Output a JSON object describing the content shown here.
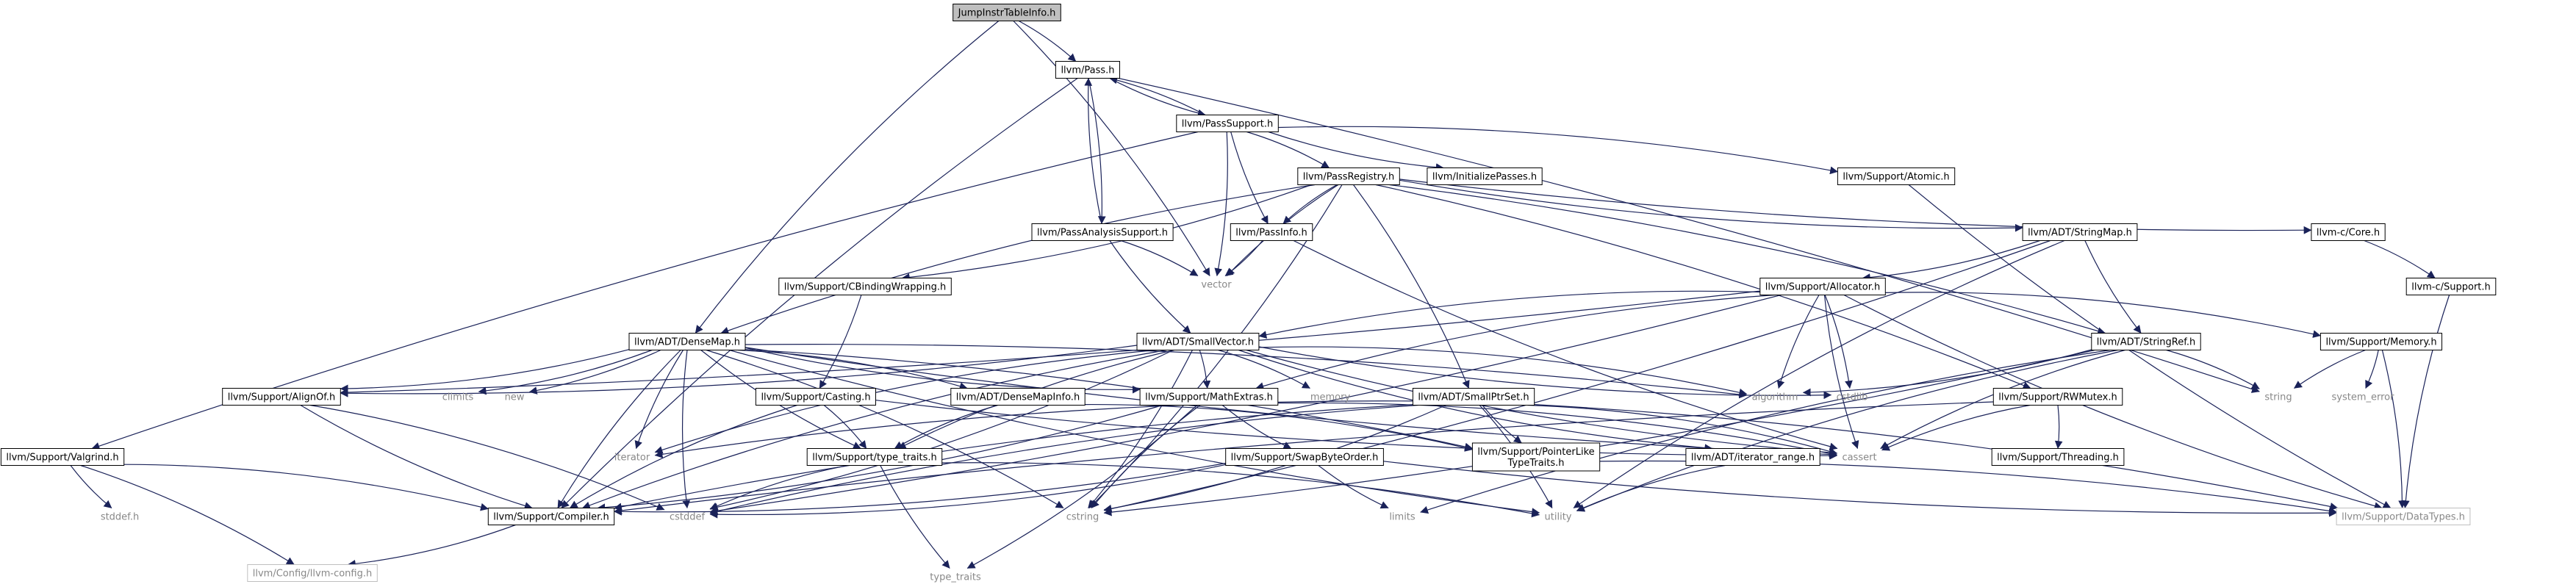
{
  "graph": {
    "root": "JumpInstrTableInfo.h",
    "nodes": {
      "jump": {
        "label": "JumpInstrTableInfo.h",
        "kind": "root"
      },
      "pass": {
        "label": "llvm/Pass.h",
        "kind": "boxed"
      },
      "passsupport": {
        "label": "llvm/PassSupport.h",
        "kind": "boxed"
      },
      "passanalysis": {
        "label": "llvm/PassAnalysisSupport.h",
        "kind": "boxed"
      },
      "passregistry": {
        "label": "llvm/PassRegistry.h",
        "kind": "boxed"
      },
      "initpasses": {
        "label": "llvm/InitializePasses.h",
        "kind": "boxed"
      },
      "atomic": {
        "label": "llvm/Support/Atomic.h",
        "kind": "boxed"
      },
      "passinfo": {
        "label": "llvm/PassInfo.h",
        "kind": "boxed"
      },
      "stringmap": {
        "label": "llvm/ADT/StringMap.h",
        "kind": "boxed"
      },
      "core": {
        "label": "llvm-c/Core.h",
        "kind": "boxed"
      },
      "csupport": {
        "label": "llvm-c/Support.h",
        "kind": "boxed"
      },
      "cbinding": {
        "label": "llvm/Support/CBindingWrapping.h",
        "kind": "boxed"
      },
      "allocator": {
        "label": "llvm/Support/Allocator.h",
        "kind": "boxed"
      },
      "densemap": {
        "label": "llvm/ADT/DenseMap.h",
        "kind": "boxed"
      },
      "smallvector": {
        "label": "llvm/ADT/SmallVector.h",
        "kind": "boxed"
      },
      "stringref": {
        "label": "llvm/ADT/StringRef.h",
        "kind": "boxed"
      },
      "memory": {
        "label": "llvm/Support/Memory.h",
        "kind": "boxed"
      },
      "alignof": {
        "label": "llvm/Support/AlignOf.h",
        "kind": "boxed"
      },
      "casting": {
        "label": "llvm/Support/Casting.h",
        "kind": "boxed"
      },
      "densemapinfo": {
        "label": "llvm/ADT/DenseMapInfo.h",
        "kind": "boxed"
      },
      "mathextras": {
        "label": "llvm/Support/MathExtras.h",
        "kind": "boxed"
      },
      "smallptrset": {
        "label": "llvm/ADT/SmallPtrSet.h",
        "kind": "boxed"
      },
      "rwmutex": {
        "label": "llvm/Support/RWMutex.h",
        "kind": "boxed"
      },
      "valgrind": {
        "label": "llvm/Support/Valgrind.h",
        "kind": "boxed"
      },
      "typetraits": {
        "label": "llvm/Support/type_traits.h",
        "kind": "boxed"
      },
      "swapbyte": {
        "label": "llvm/Support/SwapByteOrder.h",
        "kind": "boxed"
      },
      "ptrlike": {
        "label": "llvm/Support/PointerLike\nTypeTraits.h",
        "kind": "boxed"
      },
      "iterrange": {
        "label": "llvm/ADT/iterator_range.h",
        "kind": "boxed"
      },
      "threading": {
        "label": "llvm/Support/Threading.h",
        "kind": "boxed"
      },
      "compiler": {
        "label": "llvm/Support/Compiler.h",
        "kind": "boxed"
      },
      "datatypes": {
        "label": "llvm/Support/DataTypes.h",
        "kind": "gray"
      },
      "llvmconfig": {
        "label": "llvm/Config/llvm-config.h",
        "kind": "gray"
      },
      "vector": {
        "label": "vector",
        "kind": "system"
      },
      "string": {
        "label": "string",
        "kind": "system"
      },
      "system_error": {
        "label": "system_error",
        "kind": "system"
      },
      "algorithm": {
        "label": "algorithm",
        "kind": "system"
      },
      "cstdlib": {
        "label": "cstdlib",
        "kind": "system"
      },
      "climits": {
        "label": "climits",
        "kind": "system"
      },
      "new": {
        "label": "new",
        "kind": "system"
      },
      "memory_h": {
        "label": "memory",
        "kind": "system"
      },
      "iterator": {
        "label": "iterator",
        "kind": "system"
      },
      "cstring": {
        "label": "cstring",
        "kind": "system"
      },
      "cassert": {
        "label": "cassert",
        "kind": "system"
      },
      "cstddef": {
        "label": "cstddef",
        "kind": "system"
      },
      "stddef": {
        "label": "stddef.h",
        "kind": "system"
      },
      "type_traits": {
        "label": "type_traits",
        "kind": "system"
      },
      "limits": {
        "label": "limits",
        "kind": "system"
      },
      "utility": {
        "label": "utility",
        "kind": "system"
      }
    },
    "edges": [
      [
        "jump",
        "pass"
      ],
      [
        "jump",
        "densemap"
      ],
      [
        "jump",
        "vector"
      ],
      [
        "pass",
        "passsupport"
      ],
      [
        "pass",
        "passanalysis"
      ],
      [
        "pass",
        "compiler"
      ],
      [
        "pass",
        "string"
      ],
      [
        "passsupport",
        "pass"
      ],
      [
        "passsupport",
        "passregistry"
      ],
      [
        "passsupport",
        "initpasses"
      ],
      [
        "passsupport",
        "atomic"
      ],
      [
        "passsupport",
        "passinfo"
      ],
      [
        "passsupport",
        "vector"
      ],
      [
        "passsupport",
        "valgrind"
      ],
      [
        "passanalysis",
        "pass"
      ],
      [
        "passanalysis",
        "smallvector"
      ],
      [
        "passanalysis",
        "vector"
      ],
      [
        "passregistry",
        "densemap"
      ],
      [
        "passregistry",
        "cbinding"
      ],
      [
        "passregistry",
        "passinfo"
      ],
      [
        "passregistry",
        "smallptrset"
      ],
      [
        "passregistry",
        "stringmap"
      ],
      [
        "passregistry",
        "stringref"
      ],
      [
        "passregistry",
        "core"
      ],
      [
        "passregistry",
        "rwmutex"
      ],
      [
        "passregistry",
        "vector"
      ],
      [
        "passregistry",
        "cstring"
      ],
      [
        "atomic",
        "datatypes"
      ],
      [
        "passinfo",
        "vector"
      ],
      [
        "passinfo",
        "cassert"
      ],
      [
        "stringmap",
        "allocator"
      ],
      [
        "stringmap",
        "stringref"
      ],
      [
        "stringmap",
        "cstring"
      ],
      [
        "stringmap",
        "utility"
      ],
      [
        "core",
        "csupport"
      ],
      [
        "csupport",
        "datatypes"
      ],
      [
        "cbinding",
        "casting"
      ],
      [
        "allocator",
        "smallvector"
      ],
      [
        "allocator",
        "alignof"
      ],
      [
        "allocator",
        "mathextras"
      ],
      [
        "allocator",
        "memory"
      ],
      [
        "allocator",
        "algorithm"
      ],
      [
        "allocator",
        "cstdlib"
      ],
      [
        "allocator",
        "cassert"
      ],
      [
        "allocator",
        "cstddef"
      ],
      [
        "allocator",
        "datatypes"
      ],
      [
        "densemap",
        "alignof"
      ],
      [
        "densemap",
        "compiler"
      ],
      [
        "densemap",
        "densemapinfo"
      ],
      [
        "densemap",
        "mathextras"
      ],
      [
        "densemap",
        "ptrlike"
      ],
      [
        "densemap",
        "typetraits"
      ],
      [
        "densemap",
        "algorithm"
      ],
      [
        "densemap",
        "cassert"
      ],
      [
        "densemap",
        "climits"
      ],
      [
        "densemap",
        "cstddef"
      ],
      [
        "densemap",
        "cstring"
      ],
      [
        "densemap",
        "iterator"
      ],
      [
        "densemap",
        "new"
      ],
      [
        "densemap",
        "utility"
      ],
      [
        "smallvector",
        "alignof"
      ],
      [
        "smallvector",
        "compiler"
      ],
      [
        "smallvector",
        "mathextras"
      ],
      [
        "smallvector",
        "typetraits"
      ],
      [
        "smallvector",
        "algorithm"
      ],
      [
        "smallvector",
        "cassert"
      ],
      [
        "smallvector",
        "cstddef"
      ],
      [
        "smallvector",
        "cstdlib"
      ],
      [
        "smallvector",
        "cstring"
      ],
      [
        "smallvector",
        "iterator"
      ],
      [
        "smallvector",
        "memory_h"
      ],
      [
        "smallvector",
        "iterrange"
      ],
      [
        "stringref",
        "algorithm"
      ],
      [
        "stringref",
        "cassert"
      ],
      [
        "stringref",
        "cstring"
      ],
      [
        "stringref",
        "limits"
      ],
      [
        "stringref",
        "string"
      ],
      [
        "stringref",
        "utility"
      ],
      [
        "memory",
        "datatypes"
      ],
      [
        "memory",
        "string"
      ],
      [
        "memory",
        "system_error"
      ],
      [
        "alignof",
        "compiler"
      ],
      [
        "alignof",
        "cstddef"
      ],
      [
        "casting",
        "compiler"
      ],
      [
        "casting",
        "typetraits"
      ],
      [
        "casting",
        "cassert"
      ],
      [
        "densemapinfo",
        "ptrlike"
      ],
      [
        "densemapinfo",
        "typetraits"
      ],
      [
        "mathextras",
        "compiler"
      ],
      [
        "mathextras",
        "swapbyte"
      ],
      [
        "mathextras",
        "type_traits"
      ],
      [
        "mathextras",
        "cstring"
      ],
      [
        "mathextras",
        "cassert"
      ],
      [
        "smallptrset",
        "compiler"
      ],
      [
        "smallptrset",
        "datatypes"
      ],
      [
        "smallptrset",
        "ptrlike"
      ],
      [
        "smallptrset",
        "cassert"
      ],
      [
        "smallptrset",
        "cstddef"
      ],
      [
        "smallptrset",
        "cstring"
      ],
      [
        "smallptrset",
        "iterator"
      ],
      [
        "smallptrset",
        "utility"
      ],
      [
        "rwmutex",
        "compiler"
      ],
      [
        "rwmutex",
        "threading"
      ],
      [
        "rwmutex",
        "cassert"
      ],
      [
        "valgrind",
        "compiler"
      ],
      [
        "valgrind",
        "stddef"
      ],
      [
        "valgrind",
        "llvmconfig"
      ],
      [
        "typetraits",
        "type_traits"
      ],
      [
        "typetraits",
        "utility"
      ],
      [
        "typetraits",
        "cstddef"
      ],
      [
        "swapbyte",
        "compiler"
      ],
      [
        "swapbyte",
        "datatypes"
      ],
      [
        "swapbyte",
        "cstddef"
      ],
      [
        "swapbyte",
        "limits"
      ],
      [
        "ptrlike",
        "datatypes"
      ],
      [
        "iterrange",
        "utility"
      ],
      [
        "compiler",
        "llvmconfig"
      ]
    ]
  }
}
